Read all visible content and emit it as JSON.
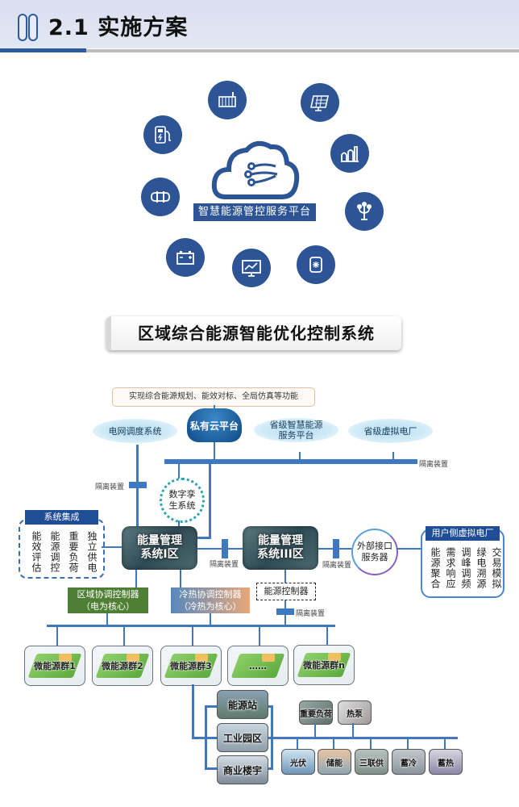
{
  "header": {
    "title": "2.1 实施方案",
    "icon": "double-pill-icon",
    "accent_color": "#2d5aa0"
  },
  "platform": {
    "label": "智慧能源管控服务平台",
    "center_icon": "cloud-network-icon",
    "icons": [
      "factory-icon",
      "solar-panel-icon",
      "chemical-plant-icon",
      "street-lamp-icon",
      "cold-storage-icon",
      "monitor-chart-icon",
      "battery-icon",
      "pipeline-icon",
      "charging-station-icon"
    ],
    "color": "#2d5596"
  },
  "system_title": "区域综合能源智能优化控制系统",
  "diagram": {
    "note": "实现综合能源规划、能效对标、全局仿真等功能",
    "top_nodes": {
      "grid_dispatch": "电网调度系统",
      "private_cloud": "私有云平台",
      "provincial_platform_line1": "省级智慧能源",
      "provincial_platform_line2": "服务平台",
      "provincial_vpp": "省级虚拟电厂"
    },
    "isolation_label": "隔离装置",
    "digital_twin_line1": "数字孪",
    "digital_twin_line2": "生系统",
    "system_integration": {
      "title": "系统集成",
      "items": [
        "能效评估",
        "能源调控",
        "重要负荷",
        "独立供电"
      ]
    },
    "ems_zone1_line1": "能量管理",
    "ems_zone1_line2": "系统I区",
    "ems_zone3_line1": "能量管理",
    "ems_zone3_line2": "系统III区",
    "external_server_line1": "外部接口",
    "external_server_line2": "服务器",
    "user_vpp": {
      "title": "用户侧虚拟电厂",
      "items": [
        "能源聚合",
        "需求响应",
        "调峰调频",
        "绿电溯源",
        "交易模拟"
      ]
    },
    "regional_controller_line1": "区域协调控制器",
    "regional_controller_line2": "（电为核心）",
    "thermal_controller_line1": "冷热协调控制器",
    "thermal_controller_line2": "（冷热为核心）",
    "energy_controller": "能源控制器",
    "micro_groups": [
      "微能源群1",
      "微能源群2",
      "微能源群3",
      "……",
      "微能源群n"
    ],
    "sites": [
      "能源站",
      "工业园区",
      "商业楼宇"
    ],
    "loads_top": [
      "重要负荷",
      "热泵"
    ],
    "loads_bottom": [
      "光伏",
      "储能",
      "三联供",
      "蓄冷",
      "蓄热"
    ],
    "line_color": "#3d78c0"
  }
}
